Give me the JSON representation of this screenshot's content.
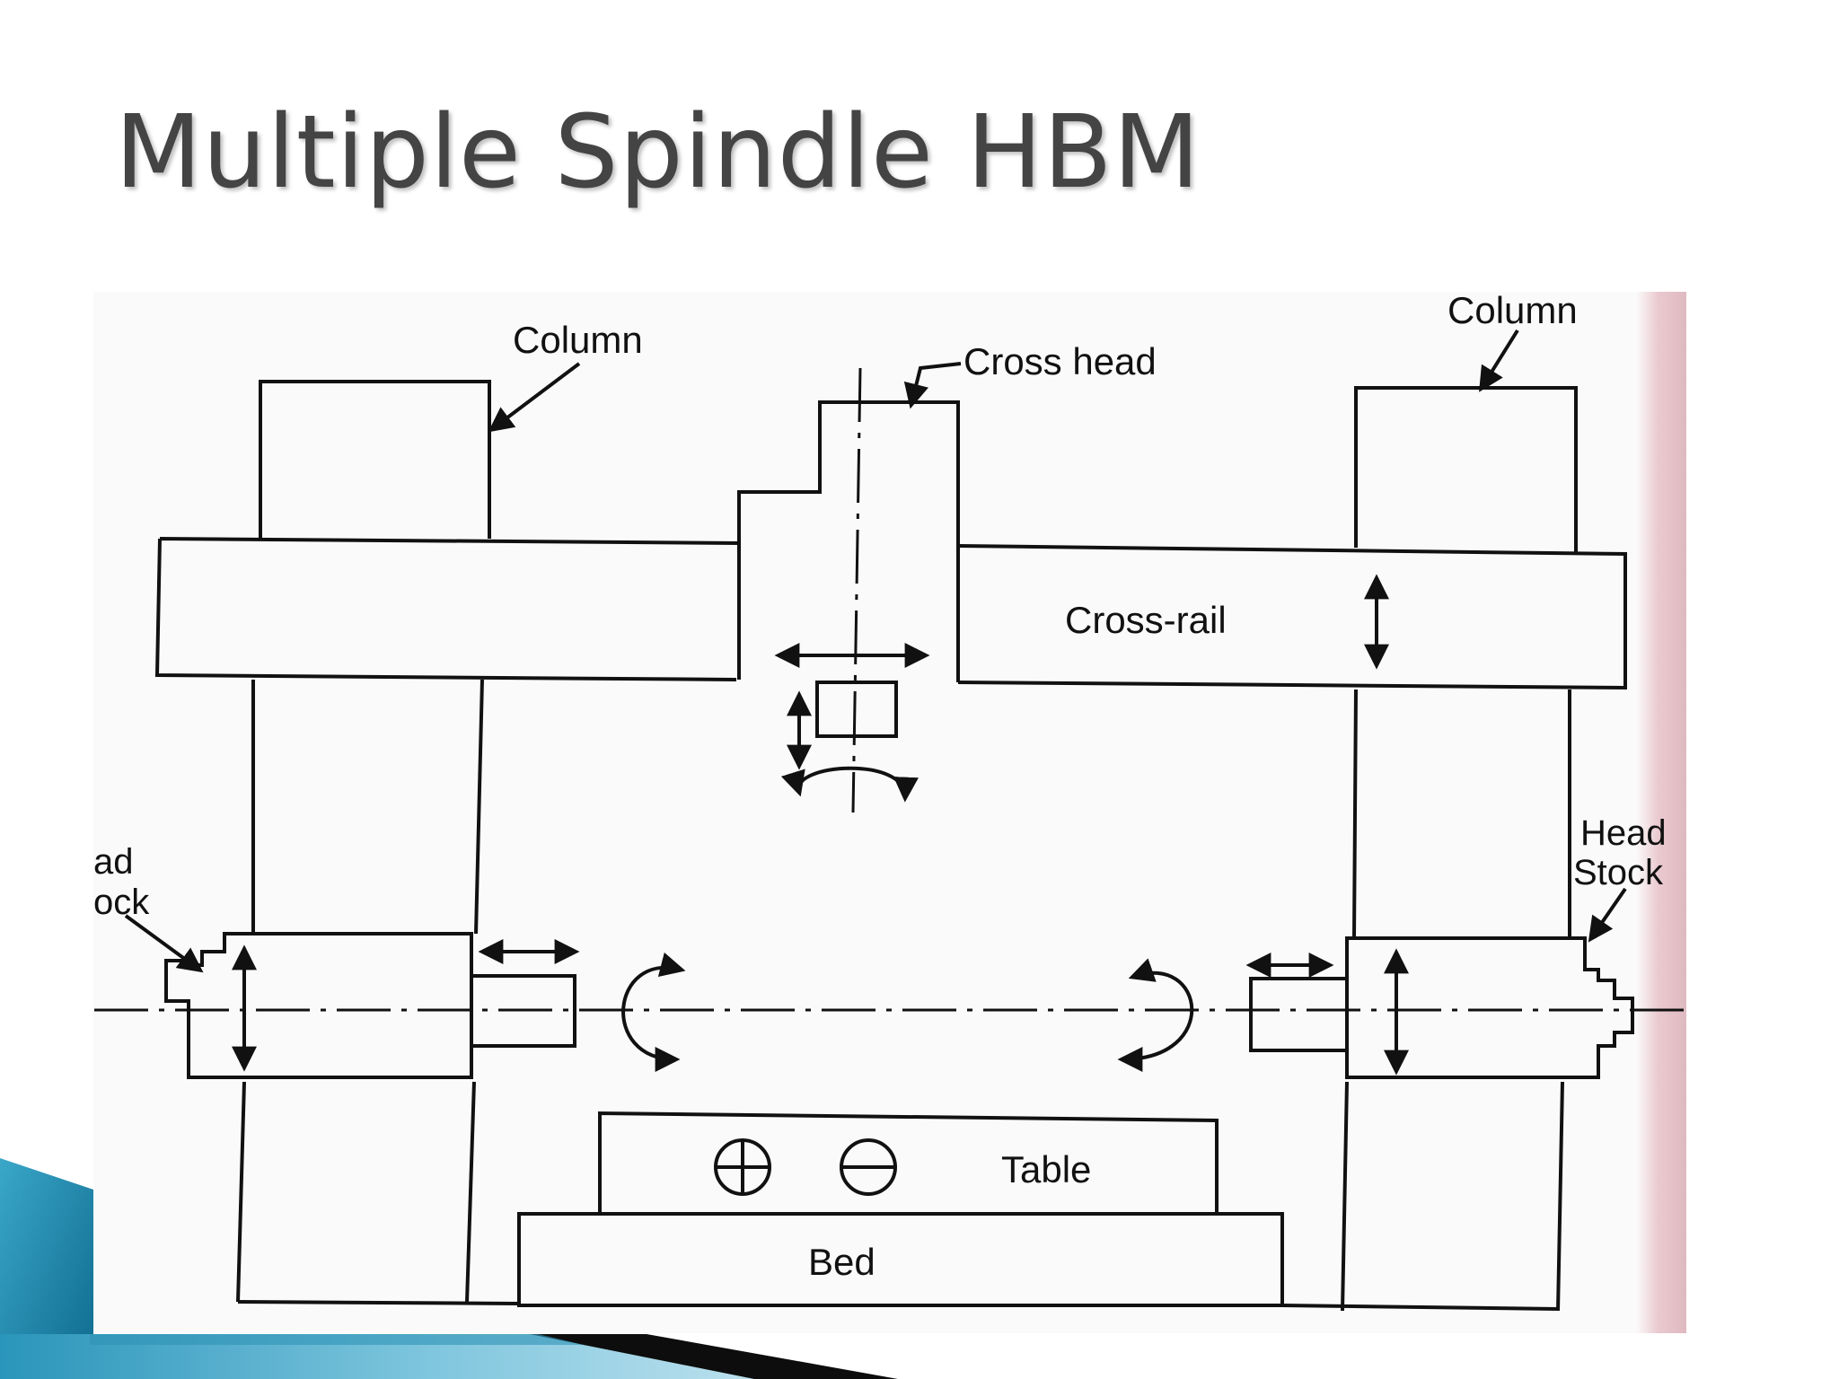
{
  "slide": {
    "title": "Multiple Spindle HBM"
  },
  "diagram": {
    "labels": {
      "column_left": "Column",
      "column_right": "Column",
      "cross_head": "Cross head",
      "cross_rail": "Cross-rail",
      "headstock_left_line1": "ad",
      "headstock_left_line2": "ock",
      "headstock_right_line1": "Head",
      "headstock_right_line2": "Stock",
      "table": "Table",
      "bed": "Bed"
    }
  },
  "colors": {
    "title": "#444444",
    "line": "#111111",
    "accent_blue": "#1b7fa6",
    "accent_dark": "#0d0d0d"
  }
}
